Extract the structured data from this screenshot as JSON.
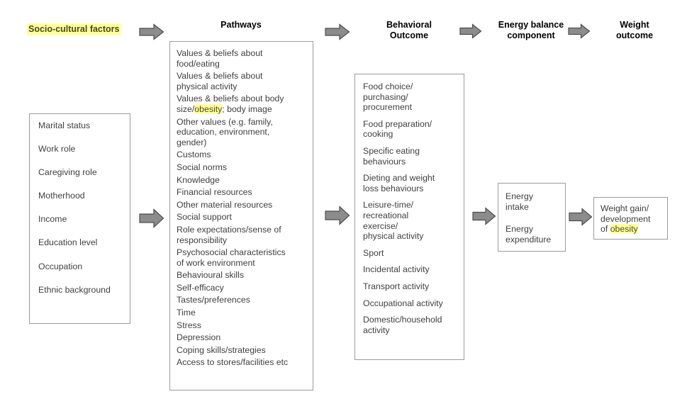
{
  "columns": {
    "socio_cultural": "Socio-cultural factors",
    "pathways": "Pathways",
    "behavioral": "Behavioral\nOutcome",
    "energy": "Energy balance\ncomponent",
    "weight": "Weight\noutcome"
  },
  "highlight_color": "#ffffa0",
  "arrow_fill": "#8c8c8c",
  "arrow_stroke": "#4d4d4d",
  "box_border_color": "#9b9b9b",
  "demographics": {
    "items": [
      "Marital status",
      "Work role",
      "Caregiving role",
      "Motherhood",
      "Income",
      "Education level",
      "Occupation",
      "Ethnic background"
    ]
  },
  "pathways": {
    "items": [
      "Values & beliefs about\nfood/eating",
      "Values & beliefs about\nphysical activity",
      "Values & beliefs about body\nsize/obesity; body image",
      "Other values (e.g. family,\neducation, environment,\ngender)",
      "Customs",
      "Social norms",
      "Knowledge",
      "Financial resources",
      "Other material resources",
      "Social support",
      "Role expectations/sense of\nresponsibility",
      "Psychosocial characteristics\nof work environment",
      "Behavioural skills",
      "Self-efficacy",
      "Tastes/preferences",
      "Time",
      "Stress",
      "Depression",
      "Coping skills/strategies",
      "Access to stores/facilities etc"
    ],
    "highlighted_term": "obesity"
  },
  "behavioral": {
    "items": [
      "Food choice/\npurchasing/\nprocurement",
      "Food preparation/\ncooking",
      "Specific eating\nbehaviours",
      "Dieting and weight\nloss behaviours",
      "Leisure-time/\nrecreational\nexercise/\nphysical activity",
      "Sport",
      "Incidental activity",
      "Transport activity",
      "Occupational activity",
      "Domestic/household\nactivity"
    ]
  },
  "energy": {
    "items": [
      "Energy\nintake",
      "Energy\nexpenditure"
    ]
  },
  "weight": {
    "items": [
      "Weight gain/\ndevelopment\nof obesity"
    ],
    "highlighted_term": "obesity"
  },
  "arrows": [
    {
      "name": "arrow-header-socio-to-pathways"
    },
    {
      "name": "arrow-header-pathways-to-behavioral"
    },
    {
      "name": "arrow-header-behavioral-to-energy"
    },
    {
      "name": "arrow-header-energy-to-weight"
    },
    {
      "name": "arrow-demographics-to-pathways"
    },
    {
      "name": "arrow-pathways-to-behavioral"
    },
    {
      "name": "arrow-behavioral-to-energy"
    },
    {
      "name": "arrow-energy-to-weight"
    }
  ]
}
